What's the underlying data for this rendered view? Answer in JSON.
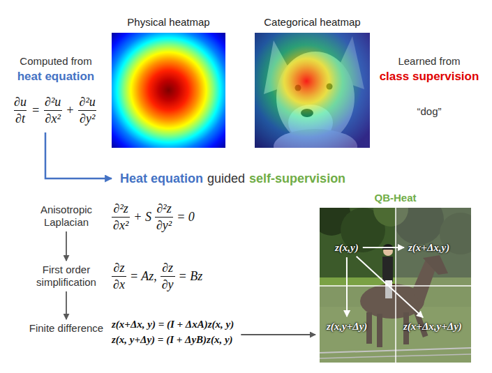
{
  "diagram": {
    "nodes": [
      {
        "text": [
          "Physical heatmap"
        ]
      },
      {
        "text": [
          "Categorical heatmap"
        ]
      },
      {
        "text": [
          "Anisotropic Laplacian"
        ]
      },
      {
        "text": [
          "First order simplification"
        ]
      },
      {
        "text": [
          "Finite difference"
        ]
      },
      {
        "text": [
          "QB-Heat"
        ]
      },
      {
        "text": [
          "z(x,y)"
        ],
        "in": 5
      },
      {
        "text": [
          "z(x+Δx,y)"
        ],
        "in": 5
      },
      {
        "text": [
          "z(x,y+Δy)"
        ],
        "in": 5
      },
      {
        "text": [
          "z(x+Δx,y+Δy)"
        ],
        "in": 5
      }
    ],
    "edges": [
      {
        "from": 2,
        "to": 3,
        "arrow": "to"
      },
      {
        "from": 3,
        "to": 4,
        "arrow": "to"
      },
      {
        "from": 6,
        "to": 7,
        "arrow": "to"
      },
      {
        "from": 6,
        "to": 8,
        "arrow": "to"
      },
      {
        "from": 6,
        "to": 9,
        "arrow": "to"
      }
    ],
    "labels": [
      "Computed from",
      "heat equation",
      "∂u",
      "∂t",
      "=",
      "∂²u",
      "∂x²",
      "+",
      "∂²u",
      "∂y²",
      "Learned from",
      "class supervision",
      "“dog”",
      "Heat equation",
      "guided",
      "self-supervision",
      "∂²z",
      "∂x²",
      "+ S",
      "∂²z",
      "∂y²",
      "= 0",
      "∂z",
      "∂x",
      "= Az,",
      "∂z",
      "∂y",
      "= Bz",
      "z(x+Δx, y) = (I + ΔxA)z(x, y)",
      "z(x, y+Δy) = (I + ΔyB)z(x, y)"
    ]
  }
}
